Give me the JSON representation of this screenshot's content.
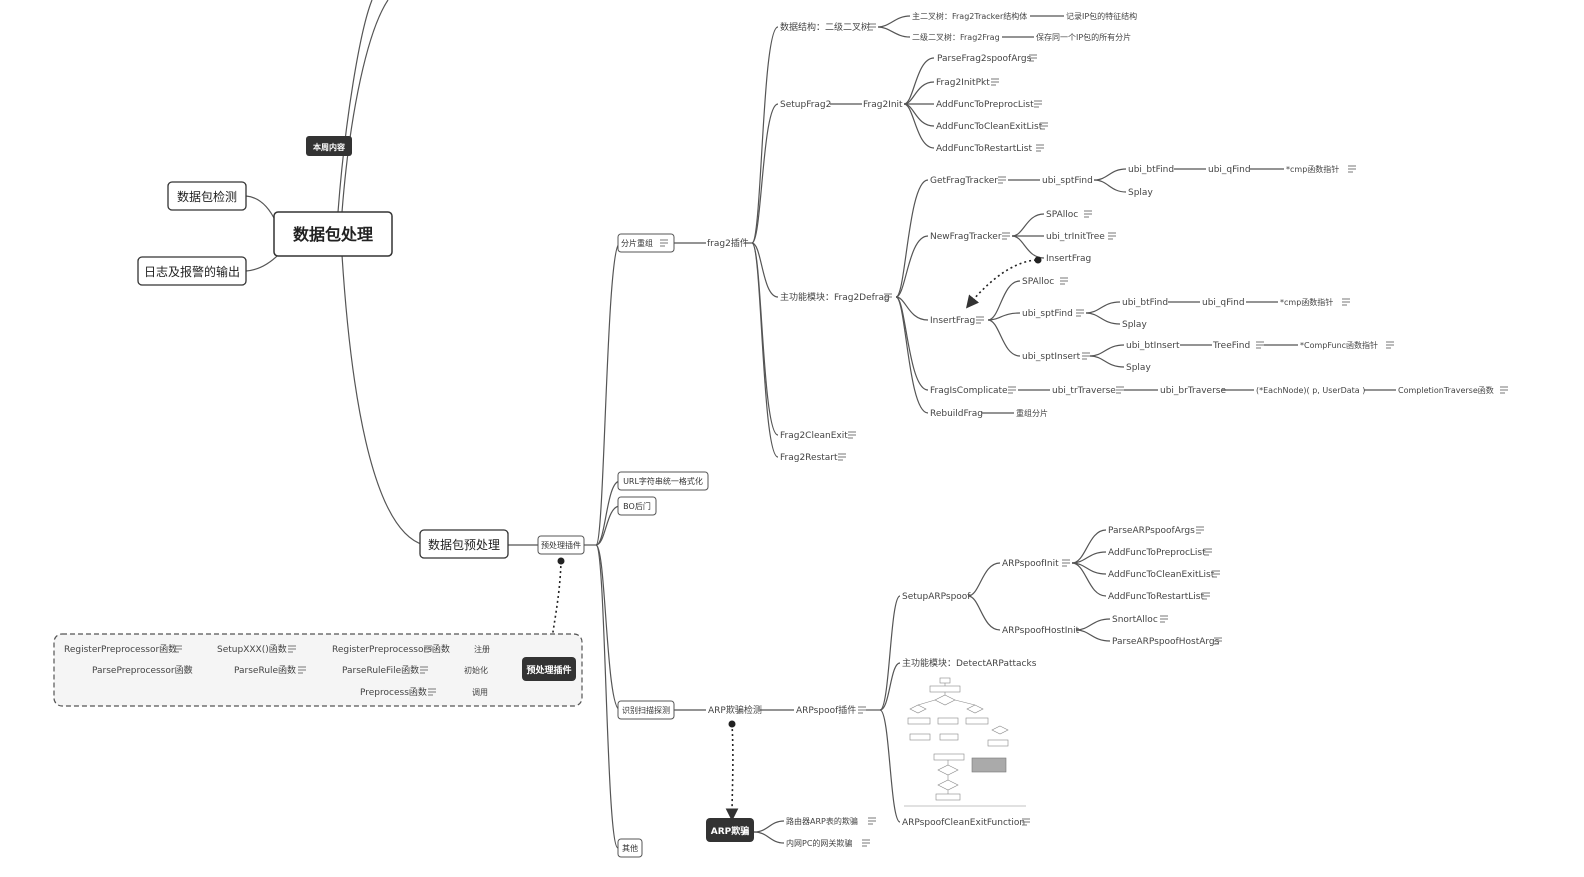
{
  "root": {
    "title": "数据包处理"
  },
  "left_branches": {
    "packet_detection": "数据包检测",
    "log_alert_output": "日志及报警的输出"
  },
  "badges": {
    "this_week": "本周内容",
    "preproc_plugin": "预处理插件",
    "arp_spoof": "ARP欺骗"
  },
  "preprocessing": {
    "title": "数据包预处理",
    "plugin_node": "预处理插件",
    "children": {
      "frag_reassembly": "分片重组",
      "url_normalize": "URL字符串统一格式化",
      "bo_backdoor": "BO后门",
      "scan_detect": "识别扫描探测",
      "other": "其他"
    }
  },
  "frag2": {
    "plugin": "frag2插件",
    "data_structure": "数据结构：二级二叉树",
    "ds_primary": "主二叉树：Frag2Tracker结构体",
    "ds_primary_note": "记录IP包的特征结构",
    "ds_secondary": "二级二叉树：Frag2Frag",
    "ds_secondary_note": "保存同一个IP包的所有分片",
    "setup": "SetupFrag2",
    "init": "Frag2Init",
    "init_items": [
      "ParseFrag2spoofArgs",
      "Frag2InitPkt",
      "AddFuncToPreprocList",
      "AddFuncToCleanExitList",
      "AddFuncToRestartList"
    ],
    "main_module": "主功能模块：Frag2Defrag",
    "get_tracker": "GetFragTracker",
    "sptfind": "ubi_sptFind",
    "btfind": "ubi_btFind",
    "qfind": "ubi_qFind",
    "cmp_ptr": "*cmp函数指针",
    "splay": "Splay",
    "new_tracker": "NewFragTracker",
    "spalloc": "SPAlloc",
    "trinit": "ubi_trInitTree",
    "insertfrag_small": "InsertFrag",
    "insertfrag": "InsertFrag",
    "sptinsert": "ubi_sptInsert",
    "btinsert": "ubi_btInsert",
    "treefind": "TreeFind",
    "compfunc": "*CompFunc函数指针",
    "is_complicate": "FragIsComplicate",
    "trtraverse": "ubi_trTraverse",
    "brtraverse": "ubi_brTraverse",
    "eachnode": "(*EachNode)( p, UserData )",
    "completion": "CompletionTraverse函数",
    "rebuild": "RebuildFrag",
    "rebuild_note": "重组分片",
    "clean_exit": "Frag2CleanExit",
    "restart": "Frag2Restart"
  },
  "arp": {
    "detect": "ARP欺骗检测",
    "plugin": "ARPspoof插件",
    "setup": "SetupARPspoof",
    "init": "ARPspoofInit",
    "init_items": [
      "ParseARPspoofArgs",
      "AddFuncToPreprocList",
      "AddFuncToCleanExitList",
      "AddFuncToRestartList"
    ],
    "host_init": "ARPspoofHostInit",
    "host_items": [
      "SnortAlloc",
      "ParseARPspoofHostArgs"
    ],
    "main_module": "主功能模块：DetectARPattacks",
    "clean_exit": "ARPspoofCleanExitFunction",
    "spoof_router": "路由器ARP表的欺骗",
    "spoof_gateway": "内网PC的网关欺骗"
  },
  "plugin_box": {
    "rows": [
      {
        "a": "RegisterPreprocessor函数",
        "b": "SetupXXX()函数",
        "c": "RegisterPreprocessors函数",
        "label": "注册"
      },
      {
        "a": "ParsePreprocessor函数",
        "b": "ParseRule函数",
        "c": "ParseRuleFile函数",
        "label": "初始化"
      },
      {
        "c": "Preprocess函数",
        "label": "调用"
      }
    ]
  }
}
